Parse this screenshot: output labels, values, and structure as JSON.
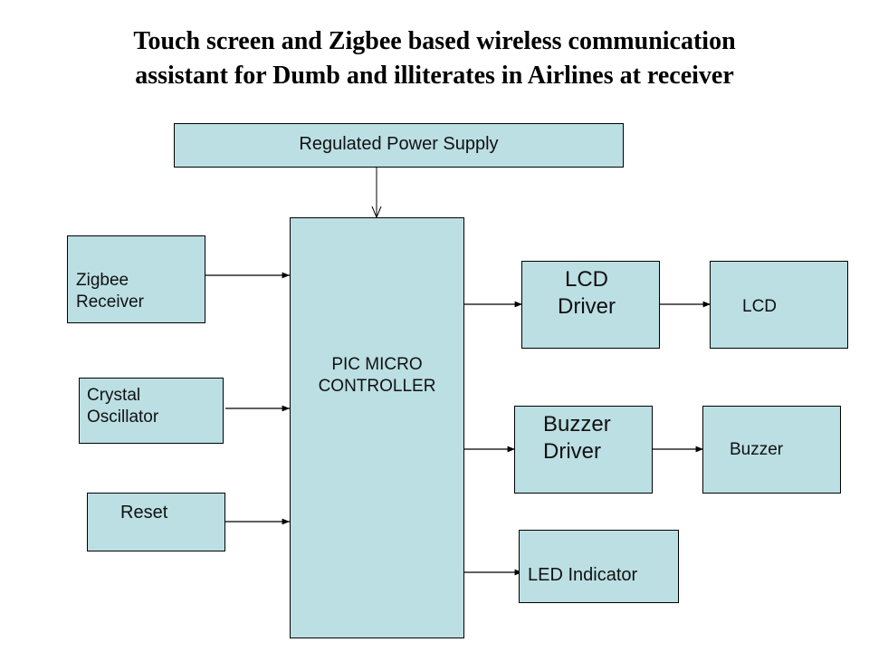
{
  "title": {
    "line1": "Touch screen and Zigbee based wireless communication",
    "line2": "assistant for Dumb and illiterates in Airlines at  receiver"
  },
  "colors": {
    "block_fill": "#bbdfe3",
    "block_border": "#000000",
    "wire": "#000000"
  },
  "blocks": {
    "power_supply": "Regulated Power Supply",
    "zigbee_receiver": "Zigbee\nReceiver",
    "crystal_oscillator": "Crystal\nOscillator",
    "reset": "Reset",
    "pic_microcontroller": "PIC MICRO\nCONTROLLER",
    "lcd_driver": "LCD\nDriver",
    "lcd": "LCD",
    "buzzer_driver": "Buzzer\nDriver",
    "buzzer": "Buzzer",
    "led_indicator": "LED Indicator"
  },
  "connections": [
    {
      "from": "Regulated Power Supply",
      "to": "PIC MICRO CONTROLLER"
    },
    {
      "from": "Zigbee Receiver",
      "to": "PIC MICRO CONTROLLER"
    },
    {
      "from": "Crystal Oscillator",
      "to": "PIC MICRO CONTROLLER"
    },
    {
      "from": "Reset",
      "to": "PIC MICRO CONTROLLER"
    },
    {
      "from": "PIC MICRO CONTROLLER",
      "to": "LCD Driver"
    },
    {
      "from": "LCD Driver",
      "to": "LCD"
    },
    {
      "from": "PIC MICRO CONTROLLER",
      "to": "Buzzer Driver"
    },
    {
      "from": "Buzzer Driver",
      "to": "Buzzer"
    },
    {
      "from": "PIC MICRO CONTROLLER",
      "to": "LED Indicator"
    }
  ]
}
